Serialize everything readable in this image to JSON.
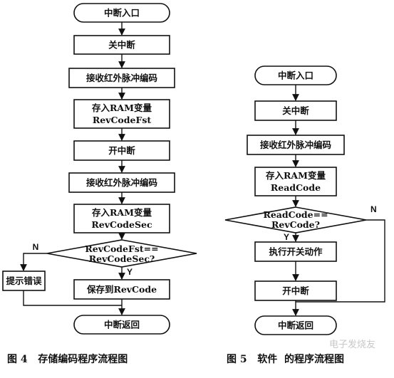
{
  "fig4": {
    "start": "中断入口",
    "step1": "关中断",
    "step2": "接收红外脉冲编码",
    "step3_line1": "存入RAM变量",
    "step3_line2": "RevCodeFst",
    "step4": "开中断",
    "step5": "接收红外脉冲编码",
    "step6_line1": "存入RAM变量",
    "step6_line2": "RevCodeSec",
    "decision_line1": "RevCodeFst==",
    "decision_line2": "RevCodeSec?",
    "no_label": "N",
    "yes_label": "Y",
    "error_box": "提示错误",
    "save_box": "保存到RevCode",
    "end": "中断返回",
    "caption": "图 4   存储编码程序流程图"
  },
  "fig5": {
    "start": "中断入口",
    "step1": "关中断",
    "step2": "接收红外脉冲编码",
    "step3_line1": "存入RAM变量",
    "step3_line2": "ReadCode",
    "decision_line1": "ReadCode==",
    "decision_line2": "RevCode?",
    "no_label": "N",
    "yes_label": "Y",
    "action": "执行开关动作",
    "step4": "开中断",
    "end": "中断返回",
    "caption": "图 5   软件  的程序流程图"
  },
  "watermark": "电子发烧友"
}
